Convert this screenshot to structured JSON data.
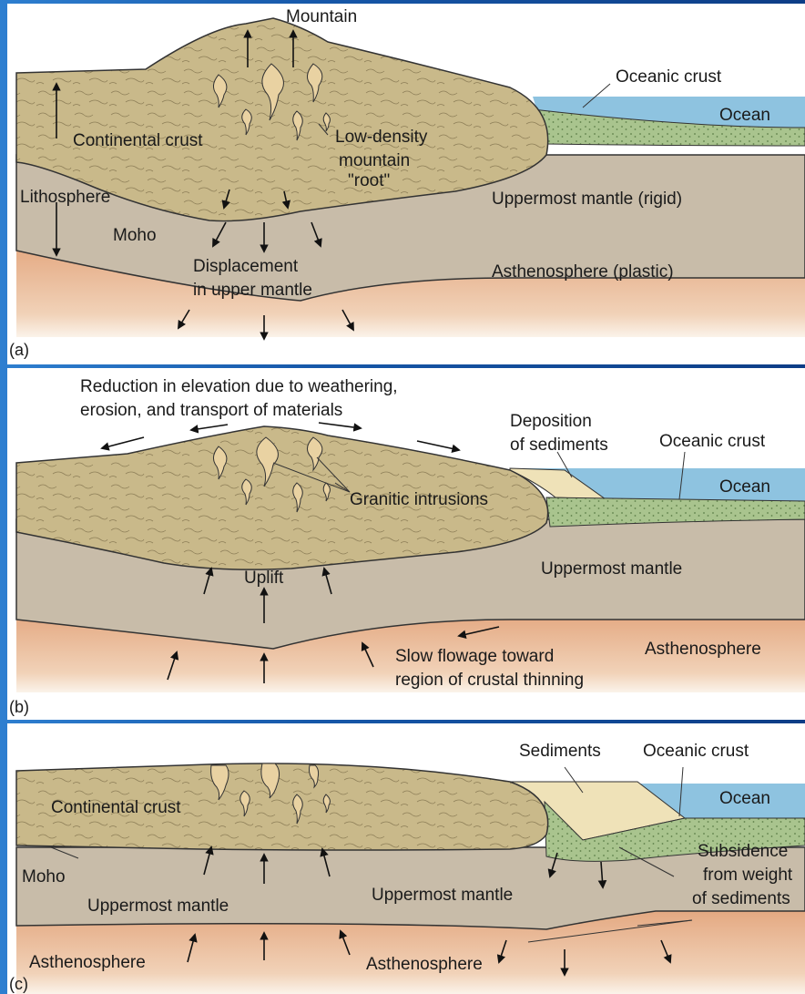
{
  "panels": [
    {
      "id": "a",
      "panel_label": "(a)",
      "labels": {
        "mountain": "Mountain",
        "oceanic_crust": "Oceanic crust",
        "ocean": "Ocean",
        "continental_crust": "Continental crust",
        "root_line1": "Low-density",
        "root_line2": "mountain",
        "root_line3": "\"root\"",
        "lithosphere": "Lithosphere",
        "uppermost_mantle": "Uppermost mantle (rigid)",
        "moho": "Moho",
        "displacement_line1": "Displacement",
        "displacement_line2": "in upper mantle",
        "asthenosphere": "Asthenosphere (plastic)"
      }
    },
    {
      "id": "b",
      "panel_label": "(b)",
      "labels": {
        "reduction_line1": "Reduction in elevation due to weathering,",
        "reduction_line2": "erosion, and transport of materials",
        "deposition_line1": "Deposition",
        "deposition_line2": "of sediments",
        "oceanic_crust": "Oceanic crust",
        "ocean": "Ocean",
        "granitic": "Granitic intrusions",
        "uplift": "Uplift",
        "uppermost_mantle": "Uppermost mantle",
        "asthenosphere": "Asthenosphere",
        "slow_line1": "Slow flowage toward",
        "slow_line2": "region of crustal thinning"
      }
    },
    {
      "id": "c",
      "panel_label": "(c)",
      "labels": {
        "sediments": "Sediments",
        "oceanic_crust": "Oceanic crust",
        "ocean": "Ocean",
        "continental_crust": "Continental crust",
        "subsidence_line1": "Subsidence",
        "subsidence_line2": "from weight",
        "subsidence_line3": "of sediments",
        "moho": "Moho",
        "uppermost_mantle_left": "Uppermost mantle",
        "uppermost_mantle_right": "Uppermost mantle",
        "asthenosphere_left": "Asthenosphere",
        "asthenosphere_right": "Asthenosphere"
      }
    }
  ],
  "colors": {
    "crust": "#c9b98a",
    "mantle": "#c8bca9",
    "asthenosphere": "#e8b894",
    "ocean": "#8ec3e0",
    "oceanic_crust": "#a9c48e",
    "sediment": "#efe2b8",
    "intrusion": "#e9d2a2"
  }
}
